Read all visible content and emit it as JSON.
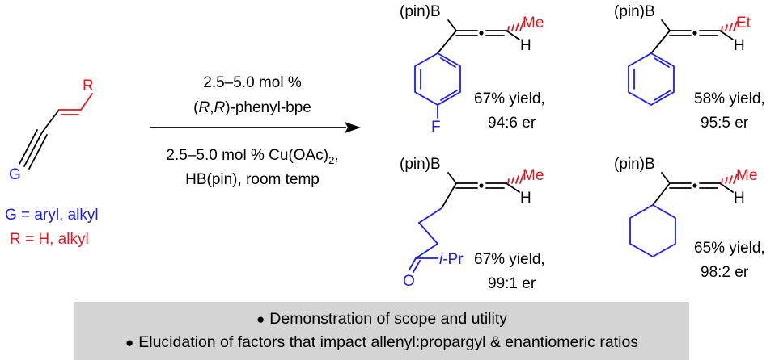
{
  "reactant": {
    "r_label": "R",
    "g_label": "G",
    "g_def": "G = aryl, alkyl",
    "r_def": "R = H, alkyl"
  },
  "conditions": {
    "line1": "2.5–5.0 mol %",
    "line2_prefix": "(",
    "line2_r1": "R",
    "line2_comma": ",",
    "line2_r2": "R",
    "line2_suffix": ")-phenyl-bpe",
    "line3_main": "2.5–5.0 mol % Cu(OAc)",
    "line3_sub": "2",
    "line3_tail": ",",
    "line4": "HB(pin), room temp"
  },
  "products": [
    {
      "boryl": "(pin)B",
      "substituent": "Me",
      "h": "H",
      "aryl_sub": "F",
      "yield": "67% yield,",
      "er": "94:6 er"
    },
    {
      "boryl": "(pin)B",
      "substituent": "Et",
      "h": "H",
      "yield": "58% yield,",
      "er": "95:5 er"
    },
    {
      "boryl": "(pin)B",
      "substituent": "Me",
      "h": "H",
      "carbonyl_o": "O",
      "ipr_prefix": "i",
      "ipr_suffix": "-Pr",
      "yield": "67% yield,",
      "er": "99:1 er"
    },
    {
      "boryl": "(pin)B",
      "substituent": "Me",
      "h": "H",
      "yield": "65% yield,",
      "er": "98:2 er"
    }
  ],
  "summary": {
    "bullet_glyph": "●",
    "items": [
      "Demonstration of scope and utility",
      "Elucidation of factors that impact allenyl:propargyl & enantiomeric ratios"
    ]
  },
  "colors": {
    "blue": "#1a1aff",
    "red": "#e8131c",
    "black": "#000000",
    "panel": "#d4d4d4"
  }
}
